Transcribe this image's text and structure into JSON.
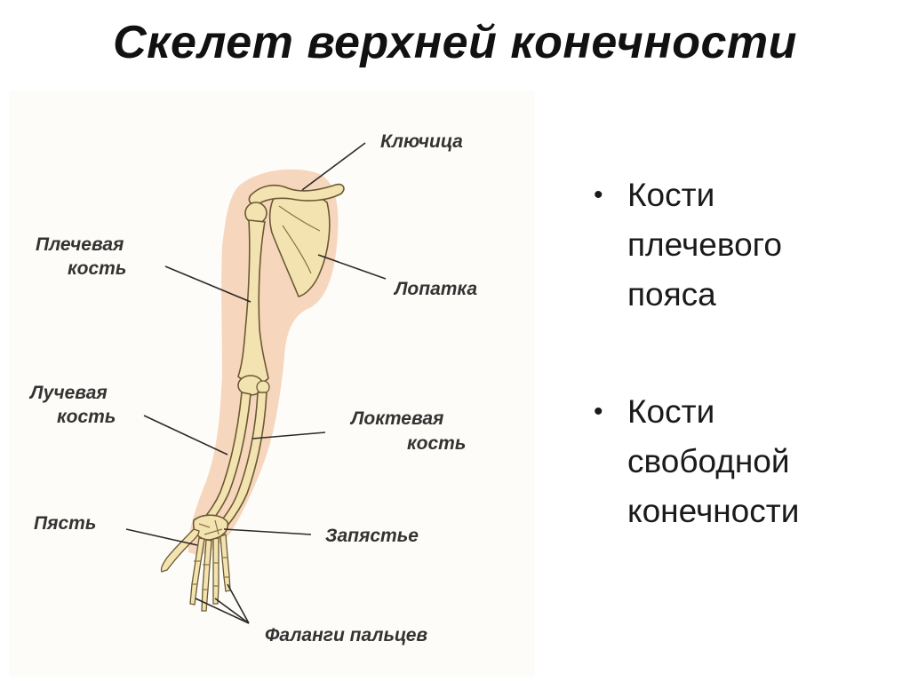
{
  "slide": {
    "title": "Скелет верхней конечности"
  },
  "diagram": {
    "labels": {
      "clavicle": "Ключица",
      "humerus_1": "Плечевая",
      "humerus_2": "кость",
      "scapula": "Лопатка",
      "radius_1": "Лучевая",
      "radius_2": "кость",
      "ulna_1": "Локтевая",
      "ulna_2": "кость",
      "metacarpus": "Пясть",
      "carpus": "Запястье",
      "phalanges": "Фаланги пальцев"
    },
    "colors": {
      "bone": "#f3e3b1",
      "silhouette": "#f6d6bd",
      "outline": "#6b5a32"
    }
  },
  "bullets": [
    {
      "line1": "Кости",
      "line2": "плечевого",
      "line3": "пояса"
    },
    {
      "line1": "Кости",
      "line2": "свободной",
      "line3": "конечности"
    }
  ]
}
